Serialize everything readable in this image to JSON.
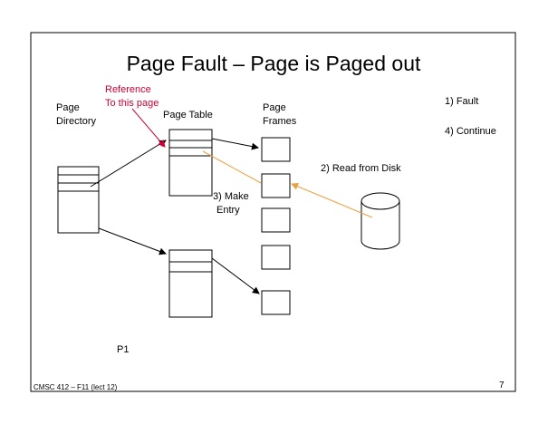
{
  "slide": {
    "title": "Page Fault – Page is Paged out",
    "footer_left": "CMSC 412 – F11  (lect 12)",
    "footer_right": "7"
  },
  "diagram": {
    "page_directory_label": [
      "Page",
      "Directory"
    ],
    "page_table_label": "Page Table",
    "page_frames_label": [
      "Page",
      "Frames"
    ],
    "reference_label": [
      "Reference",
      "To this page"
    ],
    "step_make_entry": [
      "3) Make",
      "Entry"
    ],
    "step_read_disk": "2) Read from Disk",
    "step_fault": "1) Fault",
    "step_continue": "4) Continue",
    "process_label": "P1",
    "colors": {
      "reference": "#cc0033",
      "disk_read_line": "#e8a040",
      "ink": "#000000"
    }
  }
}
